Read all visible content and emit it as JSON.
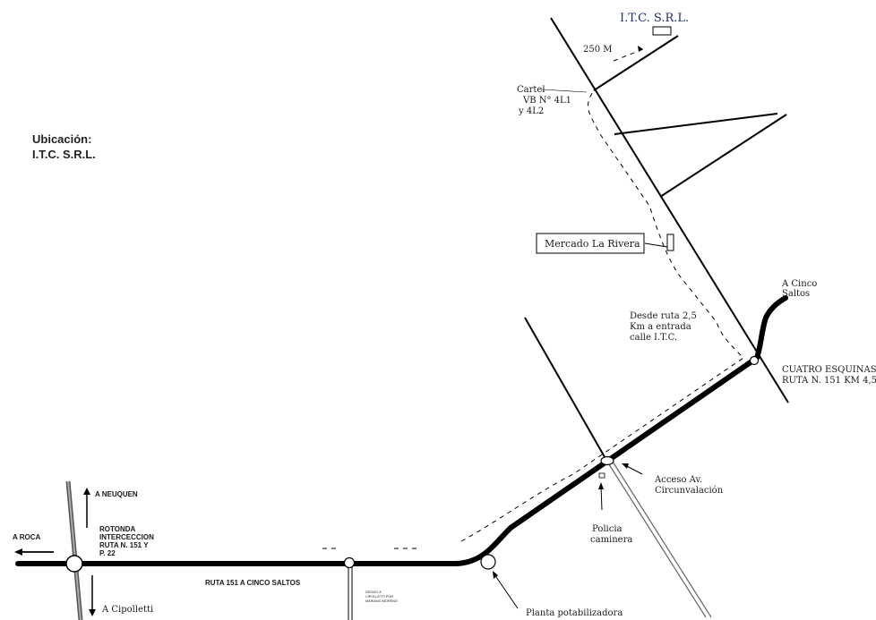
{
  "heading": {
    "line1": "Ubicación:",
    "line2": "I.T.C. S.R.L."
  },
  "destination": {
    "name": "I.T.C. S.R.L.",
    "distance": "250 M"
  },
  "sign": {
    "line1": "Cartel",
    "line2": "VB N° 4L1",
    "line3": "y 4L2"
  },
  "market": {
    "name": "Mercado La Rivera"
  },
  "route_note": {
    "line1": "Desde ruta 2,5",
    "line2": "Km a entrada",
    "line3": "calle I.T.C."
  },
  "cinco_saltos": {
    "line1": "A Cinco",
    "line2": "Saltos"
  },
  "cuatro_esquinas": {
    "line1": "CUATRO ESQUINAS",
    "line2": "RUTA N. 151 KM 4,5"
  },
  "acceso": {
    "line1": "Acceso Av.",
    "line2": "Circunvalación"
  },
  "policia": {
    "line1": "Policia",
    "line2": "caminera"
  },
  "planta": {
    "name": "Planta potabilizadora"
  },
  "rotonda": {
    "line1": "ROTONDA",
    "line2": "INTERCECCION",
    "line3": "RUTA N. 151 Y",
    "line4": "P. 22"
  },
  "neuquen": {
    "label": "A NEUQUEN"
  },
  "roca": {
    "label": "A ROCA"
  },
  "cipolletti": {
    "label": "A Cipolletti"
  },
  "ruta151": {
    "label": "RUTA 151 A CINCO SALTOS"
  },
  "desvio": {
    "line1": "DESVIO A",
    "line2": "CIPOLLETTI POR",
    "line3": "MARIANO MORENO"
  },
  "colors": {
    "firm_text": "#1f2d6e",
    "road": "#000000",
    "background": "#ffffff"
  }
}
